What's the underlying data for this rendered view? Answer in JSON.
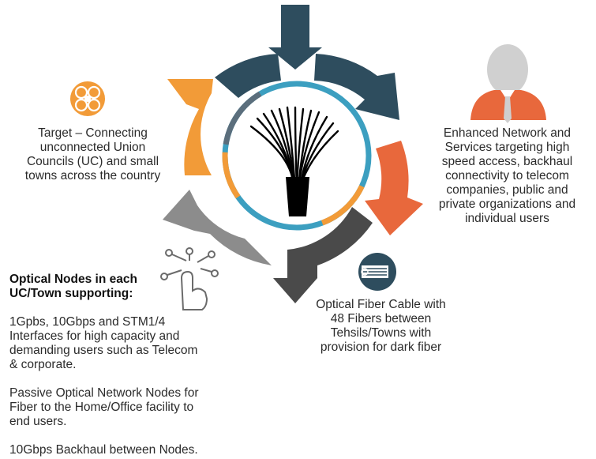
{
  "colors": {
    "dark_navy": "#2e4d5e",
    "orange": "#f29b38",
    "coral": "#e8683c",
    "gray": "#8c8c8c",
    "charcoal": "#4a4a4a",
    "teal": "#3c9fc0",
    "slate": "#5b6e7c",
    "person_orange": "#e8683c",
    "person_gray": "#d0d0d0"
  },
  "icons": {
    "top_left": "network-emblem-icon",
    "top_right": "person-icon",
    "bottom_left": "touch-network-icon",
    "bottom_right": "fiber-connector-icon",
    "center": "fiber-strands-icon"
  },
  "target": {
    "lines": [
      "Target – Connecting",
      "unconnected Union",
      "Councils (UC) and small",
      "towns across the country"
    ]
  },
  "enhanced": {
    "lines": [
      "Enhanced Network and",
      "Services targeting high",
      "speed access, backhaul",
      "connectivity to telecom",
      "companies, public and",
      "private organizations and",
      "individual users"
    ]
  },
  "cable": {
    "lines": [
      "Optical Fiber Cable with",
      "48 Fibers between",
      "Tehsils/Towns with",
      "provision for dark fiber"
    ]
  },
  "nodes": {
    "heading_lines": [
      "Optical Nodes in each",
      "UC/Town supporting:"
    ],
    "para1": [
      "1Gpbs, 10Gbps and STM1/4",
      "Interfaces for high capacity and",
      "demanding users such as Telecom",
      "& corporate."
    ],
    "para2": [
      "Passive Optical Network Nodes for",
      "Fiber to the Home/Office facility to",
      "end users."
    ],
    "para3": [
      "10Gbps Backhaul between Nodes."
    ]
  }
}
